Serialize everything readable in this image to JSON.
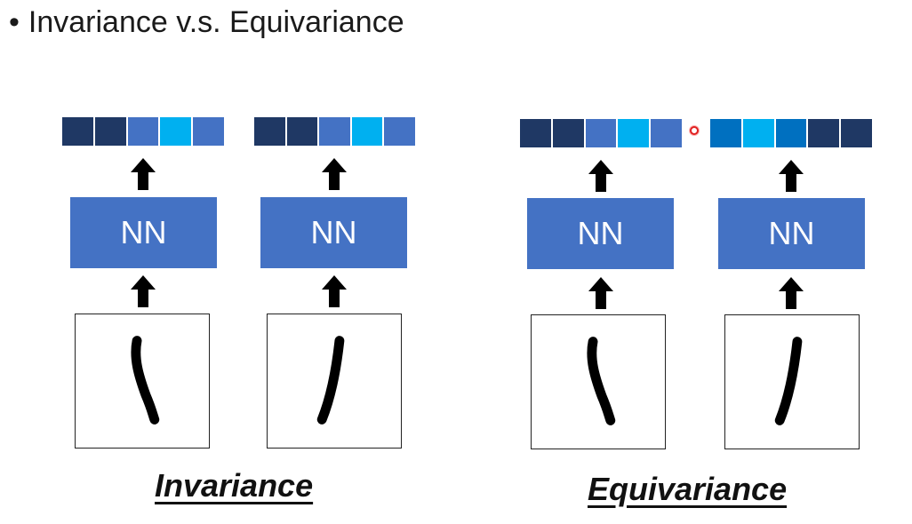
{
  "title": {
    "bullet": "•",
    "text": "Invariance v.s. Equivariance"
  },
  "colors": {
    "c1": "#1f3864",
    "c2": "#2f5597",
    "c3": "#4472c4",
    "c4": "#00b0f0",
    "c5": "#0070c0",
    "nn": "#4472c4"
  },
  "nn_label": "NN",
  "captions": {
    "invariance": "Invariance",
    "equivariance": "Equivariance"
  },
  "vectors": {
    "inv_left": [
      "#1f3864",
      "#1f3864",
      "#4472c4",
      "#00b0f0",
      "#4472c4"
    ],
    "inv_right": [
      "#1f3864",
      "#1f3864",
      "#4472c4",
      "#00b0f0",
      "#4472c4"
    ],
    "eq_left": [
      "#1f3864",
      "#1f3864",
      "#4472c4",
      "#00b0f0",
      "#4472c4"
    ],
    "eq_right": [
      "#0070c0",
      "#00b0f0",
      "#0070c0",
      "#1f3864",
      "#1f3864"
    ]
  },
  "icons": {
    "arrow": "up-arrow-icon",
    "digit": "digit-one-handwritten",
    "pointer": "laser-pointer-dot"
  }
}
